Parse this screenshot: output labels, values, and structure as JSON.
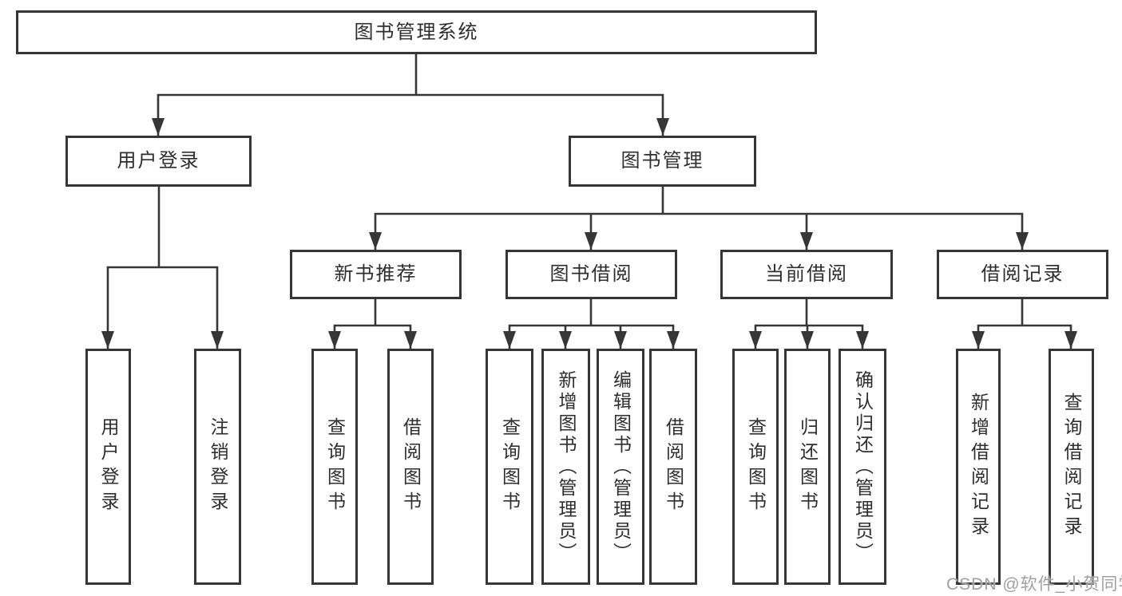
{
  "diagram": {
    "root": {
      "label": "图书管理系统"
    },
    "level1": [
      {
        "label": "用户登录"
      },
      {
        "label": "图书管理"
      }
    ],
    "level2": [
      {
        "label": "新书推荐"
      },
      {
        "label": "图书借阅"
      },
      {
        "label": "当前借阅"
      },
      {
        "label": "借阅记录"
      }
    ],
    "leaves": {
      "user_login": [
        {
          "label": "用户登录"
        },
        {
          "label": "注销登录"
        }
      ],
      "new_book_recommend": [
        {
          "label": "查询图书"
        },
        {
          "label": "借阅图书"
        }
      ],
      "book_borrowing": [
        {
          "label": "查询图书"
        },
        {
          "label": "新增图书（管理员）"
        },
        {
          "label": "编辑图书（管理员）"
        },
        {
          "label": "借阅图书"
        }
      ],
      "current_borrowing": [
        {
          "label": "查询图书"
        },
        {
          "label": "归还图书"
        },
        {
          "label": "确认归还（管理员）"
        }
      ],
      "borrowing_records": [
        {
          "label": "新增借阅记录"
        },
        {
          "label": "查询借阅记录"
        }
      ]
    }
  },
  "watermark": {
    "text": "CSDN @软件_小贺同学"
  },
  "colors": {
    "line": "#363636",
    "text": "#2e2e2e",
    "box-bg": "#ffffff",
    "watermark": "#a0a0a0"
  }
}
